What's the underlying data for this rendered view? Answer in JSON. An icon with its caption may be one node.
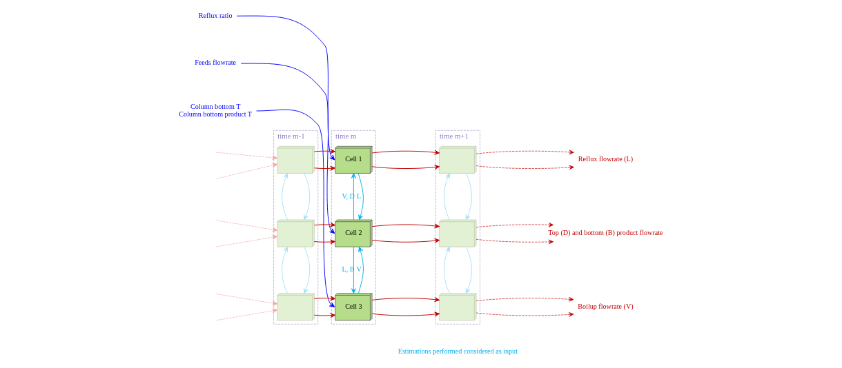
{
  "diagram": {
    "nodes": [
      {
        "text": [
          "time m-1"
        ]
      },
      {
        "text": [],
        "shape": "box",
        "in": 0
      },
      {
        "text": [],
        "shape": "box",
        "in": 0
      },
      {
        "text": [],
        "shape": "box",
        "in": 0
      },
      {
        "text": [
          "time m"
        ]
      },
      {
        "text": [
          "Cell 1"
        ],
        "in": 4
      },
      {
        "text": [
          "Cell 2"
        ],
        "in": 4
      },
      {
        "text": [
          "Cell 3"
        ],
        "in": 4
      },
      {
        "text": [
          "time m+1"
        ]
      },
      {
        "text": [],
        "shape": "box",
        "in": 8
      },
      {
        "text": [],
        "shape": "box",
        "in": 8
      },
      {
        "text": [],
        "shape": "box",
        "in": 8
      },
      {
        "text": [
          "Reflux ratio"
        ]
      },
      {
        "text": [
          "Feeds flowrate"
        ]
      },
      {
        "text": [
          "Column bottom T",
          "Column bottom product T"
        ]
      },
      {
        "text": [
          "Reflux flowrate (L)"
        ]
      },
      {
        "text": [
          "Top (D) and bottom (B) product flowrate"
        ]
      },
      {
        "text": [
          "Boilup flowrate (V)"
        ]
      }
    ],
    "edges": [
      {
        "from": null,
        "to": 1,
        "arrow": "to",
        "style": "dashed",
        "color": "#f4a0a0"
      },
      {
        "from": null,
        "to": 1,
        "arrow": "to",
        "style": "dashed",
        "color": "#f4a0a0"
      },
      {
        "from": null,
        "to": 2,
        "arrow": "to",
        "style": "dashed",
        "color": "#f4a0a0"
      },
      {
        "from": null,
        "to": 2,
        "arrow": "to",
        "style": "dashed",
        "color": "#f4a0a0"
      },
      {
        "from": null,
        "to": 3,
        "arrow": "to",
        "style": "dashed",
        "color": "#f4a0a0"
      },
      {
        "from": null,
        "to": 3,
        "arrow": "to",
        "style": "dashed",
        "color": "#f4a0a0"
      },
      {
        "from": 1,
        "to": 5,
        "arrow": "to"
      },
      {
        "from": 1,
        "to": 5,
        "arrow": "to"
      },
      {
        "from": 2,
        "to": 6,
        "arrow": "to"
      },
      {
        "from": 2,
        "to": 6,
        "arrow": "to"
      },
      {
        "from": 3,
        "to": 7,
        "arrow": "to"
      },
      {
        "from": 3,
        "to": 7,
        "arrow": "to"
      },
      {
        "from": 5,
        "to": 9,
        "arrow": "to"
      },
      {
        "from": 5,
        "to": 9,
        "arrow": "to"
      },
      {
        "from": 6,
        "to": 10,
        "arrow": "to"
      },
      {
        "from": 6,
        "to": 10,
        "arrow": "to"
      },
      {
        "from": 7,
        "to": 11,
        "arrow": "to"
      },
      {
        "from": 7,
        "to": 11,
        "arrow": "to"
      },
      {
        "from": 9,
        "to": 15,
        "arrow": "to",
        "style": "dashed"
      },
      {
        "from": 9,
        "to": 15,
        "arrow": "to",
        "style": "dashed"
      },
      {
        "from": 10,
        "to": 16,
        "arrow": "to",
        "style": "dashed"
      },
      {
        "from": 10,
        "to": 16,
        "arrow": "to",
        "style": "dashed"
      },
      {
        "from": 11,
        "to": 17,
        "arrow": "to",
        "style": "dashed"
      },
      {
        "from": 11,
        "to": 17,
        "arrow": "to",
        "style": "dashed"
      },
      {
        "from": 1,
        "to": 2,
        "arrow": "to",
        "color": "#a8e0f8"
      },
      {
        "from": 2,
        "to": 1,
        "arrow": "to",
        "color": "#a8e0f8"
      },
      {
        "from": 2,
        "to": 3,
        "arrow": "to",
        "color": "#a8e0f8"
      },
      {
        "from": 3,
        "to": 2,
        "arrow": "to",
        "color": "#a8e0f8"
      },
      {
        "from": 5,
        "to": 6,
        "arrow": "to",
        "label": "L",
        "color": "#00b0f0"
      },
      {
        "from": 6,
        "to": 5,
        "arrow": "to",
        "label": "V, D",
        "color": "#00b0f0"
      },
      {
        "from": 6,
        "to": 7,
        "arrow": "to",
        "label": "L, B",
        "color": "#00b0f0"
      },
      {
        "from": 7,
        "to": 6,
        "arrow": "to",
        "label": "V",
        "color": "#00b0f0"
      },
      {
        "from": 9,
        "to": 10,
        "arrow": "to",
        "color": "#a8e0f8"
      },
      {
        "from": 10,
        "to": 9,
        "arrow": "to",
        "color": "#a8e0f8"
      },
      {
        "from": 10,
        "to": 11,
        "arrow": "to",
        "color": "#a8e0f8"
      },
      {
        "from": 11,
        "to": 10,
        "arrow": "to",
        "color": "#a8e0f8"
      },
      {
        "from": 12,
        "to": 5,
        "arrow": "to",
        "color": "#0000ff"
      },
      {
        "from": 13,
        "to": 6,
        "arrow": "to",
        "color": "#0000ff"
      },
      {
        "from": 14,
        "to": 7,
        "arrow": "to",
        "color": "#0000ff"
      }
    ],
    "labels": [
      "Estimations performed considered as input"
    ]
  }
}
